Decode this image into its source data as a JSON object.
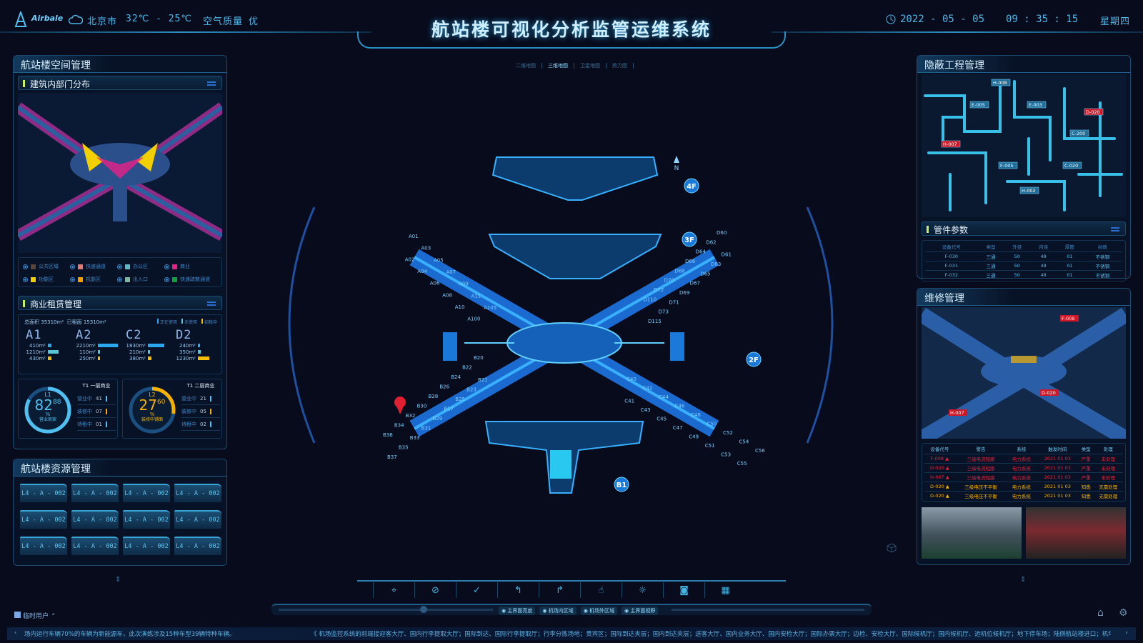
{
  "header": {
    "logo": "Airbale",
    "city": "北京市",
    "temperature": "32℃ - 25℃",
    "air_quality_label": "空气质量",
    "air_quality": "优",
    "title": "航站楼可视化分析监管运维系统",
    "date": "2022 - 05 - 05",
    "time": "09 : 35 : 15",
    "weekday": "星期四"
  },
  "left": {
    "space_panel": {
      "title": "航站楼空间管理",
      "section": "建筑内部门分布",
      "legend": [
        {
          "label": "公共区域",
          "color": "#5a4238"
        },
        {
          "label": "快速通道",
          "color": "#e07a70"
        },
        {
          "label": "办公区",
          "color": "#5ab8c8"
        },
        {
          "label": "商业",
          "color": "#e8208a"
        },
        {
          "label": "功能区",
          "color": "#f2d000"
        },
        {
          "label": "机能区",
          "color": "#f2a000"
        },
        {
          "label": "出入口",
          "color": "#7ab8a0"
        },
        {
          "label": "快速疏散通道",
          "color": "#10a040"
        }
      ]
    },
    "lease": {
      "section": "商业租赁管理",
      "total_label": "总面积",
      "total": "35310m²",
      "leased_label": "已租面",
      "leased": "15310m²",
      "legend": [
        {
          "label": "正在使用",
          "color": "#2aa8f0"
        },
        {
          "label": "未使用",
          "color": "#58c8d8"
        },
        {
          "label": "招租中",
          "color": "#f5c000"
        }
      ],
      "units": [
        {
          "name": "A1",
          "values": [
            410,
            1210,
            430
          ],
          "labels": [
            "410m²",
            "1210m²",
            "430m²"
          ]
        },
        {
          "name": "A2",
          "values": [
            2210,
            110,
            250
          ],
          "labels": [
            "2210m²",
            "110m²",
            "250m²"
          ]
        },
        {
          "name": "C2",
          "values": [
            1830,
            210,
            380
          ],
          "labels": [
            "1830m²",
            "210m²",
            "380m²"
          ]
        },
        {
          "name": "D2",
          "values": [
            240,
            350,
            1230
          ],
          "labels": [
            "240m²",
            "350m²",
            "1230m²"
          ]
        }
      ],
      "gauges": [
        {
          "level": "L1",
          "int": "82",
          "dec": "88",
          "unit": "%",
          "caption": "营业商家",
          "percent": 82.88,
          "color": "#4fc0f0",
          "title": "T1 一层商业",
          "rows": [
            {
              "label": "营业中",
              "value": "41"
            },
            {
              "label": "装修中",
              "value": "07"
            },
            {
              "label": "待租中",
              "value": "01"
            }
          ]
        },
        {
          "level": "L2",
          "int": "27",
          "dec": "60",
          "unit": "%",
          "caption": "装修中铺面",
          "percent": 27.6,
          "color": "#f5b000",
          "title": "T1 二层商业",
          "rows": [
            {
              "label": "营业中",
              "value": "21"
            },
            {
              "label": "装修中",
              "value": "05"
            },
            {
              "label": "待租中",
              "value": "02"
            }
          ]
        }
      ]
    },
    "resource_panel": {
      "title": "航站楼资源管理",
      "tiles": [
        "L4 - A - 002",
        "L4 - A - 002",
        "L4 - A - 002",
        "L4 - A - 002",
        "L4 - A - 002",
        "L4 - A - 002",
        "L4 - A - 002",
        "L4 - A - 002",
        "L4 - A - 002",
        "L4 - A - 002",
        "L4 - A - 002",
        "L4 - A - 002"
      ]
    }
  },
  "center": {
    "map_tabs": [
      {
        "label": "二维地图",
        "active": false
      },
      {
        "label": "三维地图",
        "active": true
      },
      {
        "label": "卫星地图",
        "active": false
      },
      {
        "label": "热力图",
        "active": false
      }
    ],
    "floors": [
      "4F",
      "3F",
      "2F",
      "B1"
    ],
    "north": "N",
    "gates": [
      "A01",
      "A02",
      "A03",
      "A04",
      "A05",
      "A06",
      "A07",
      "A08",
      "A09",
      "A10",
      "A11",
      "A100",
      "A105",
      "B20",
      "B21",
      "B22",
      "B23",
      "B24",
      "B25",
      "B26",
      "B27",
      "B28",
      "B29",
      "B30",
      "B31",
      "B32",
      "B33",
      "B34",
      "B35",
      "B36",
      "B37",
      "C40",
      "C41",
      "C42",
      "C43",
      "C44",
      "C45",
      "C46",
      "C47",
      "C48",
      "C49",
      "C50",
      "C51",
      "C52",
      "C53",
      "C54",
      "C55",
      "C56",
      "D60",
      "D61",
      "D62",
      "D63",
      "D64",
      "D65",
      "D66",
      "D67",
      "D68",
      "D69",
      "D70",
      "D71",
      "D72",
      "D73",
      "D110",
      "D115"
    ]
  },
  "right": {
    "hidden_panel": {
      "title": "隐蔽工程管理",
      "pipe_tags": [
        {
          "label": "H-008",
          "alert": false
        },
        {
          "label": "E-005",
          "alert": false
        },
        {
          "label": "E-003",
          "alert": false
        },
        {
          "label": "D-020",
          "alert": true
        },
        {
          "label": "H-007",
          "alert": true
        },
        {
          "label": "C-200",
          "alert": false
        },
        {
          "label": "F-005",
          "alert": false
        },
        {
          "label": "C-020",
          "alert": false
        },
        {
          "label": "H-002",
          "alert": false
        }
      ],
      "section": "管件参数",
      "columns": [
        "设备代号",
        "类型",
        "外径",
        "内径",
        "厚度",
        "材质"
      ],
      "rows": [
        [
          "F-030",
          "三通",
          "50",
          "48",
          "01",
          "不锈钢"
        ],
        [
          "F-031",
          "三通",
          "50",
          "48",
          "01",
          "不锈钢"
        ],
        [
          "F-032",
          "三通",
          "50",
          "48",
          "01",
          "不锈钢"
        ]
      ]
    },
    "repair_panel": {
      "title": "维修管理",
      "map_tags": [
        "F-008",
        "D-020",
        "H-007"
      ],
      "columns": [
        "设备代号",
        "警告",
        "系统",
        "触发时间",
        "类型",
        "处理"
      ],
      "rows": [
        {
          "cells": [
            "F-008",
            "三级电流短路",
            "电力系统",
            "2021 01 03",
            "严重",
            "未处理"
          ],
          "level": "severe"
        },
        {
          "cells": [
            "D-020",
            "三级电流短路",
            "电力系统",
            "2021 01 03",
            "严重",
            "未处理"
          ],
          "level": "severe"
        },
        {
          "cells": [
            "H-007",
            "三级电流短路",
            "电力系统",
            "2021 01 03",
            "严重",
            "未处理"
          ],
          "level": "severe"
        },
        {
          "cells": [
            "D-020",
            "三级电压不平衡",
            "电力系统",
            "2021 01 03",
            "知悉",
            "无需处理"
          ],
          "level": "notice"
        },
        {
          "cells": [
            "D-020",
            "三级电压不平衡",
            "电力系统",
            "2021 01 03",
            "知悉",
            "无需处理"
          ],
          "level": "notice"
        }
      ]
    }
  },
  "toolbar": {
    "tools": [
      "location-pin-icon",
      "ban-icon",
      "check-circle-icon",
      "turn-left-icon",
      "turn-right-icon",
      "hand-pointer-icon",
      "sun-icon",
      "camera-icon",
      "layout-grid-icon"
    ]
  },
  "controls": [
    "主界面亮度",
    "机场内区域",
    "机场外区域",
    "主界面视野"
  ],
  "footer": {
    "user": "临时用户",
    "ticker_left": "场内运行车辆70%的车辆为新能源车，此次演练涉及15种车型39辆特种车辆。",
    "ticker_right": "《 机场监控系统的前端接迎客大厅、国内行李提取大厅；国际到达、国际行李提取厅；行李分拣场地；贵宾区；国际到达夹层；国内到达夹层；送客大厅、国内业务大厅、国内安检大厅；国际办票大厅；边检、安检大厅、国际候机厅；国内候机厅、远机位候机厅；地下停车场；陆侧航站楼进口；机坪；"
  },
  "colors": {
    "accent": "#2fa8e8",
    "warning": "#f5b000",
    "alert": "#e8203a",
    "background": "#070b1c"
  }
}
